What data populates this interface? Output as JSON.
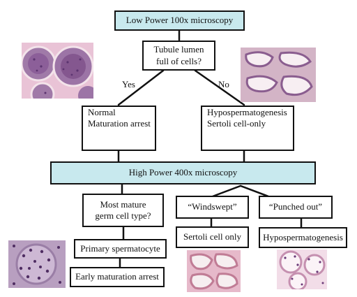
{
  "title": "Low Power 100x microscopy",
  "question1": {
    "line1": "Tubule lumen",
    "line2": "full of cells?"
  },
  "branch_labels": {
    "yes": "Yes",
    "no": "No"
  },
  "yes_outcome": {
    "line1": "Normal",
    "line2": "Maturation arrest"
  },
  "no_outcome": {
    "line1": "Hypospermatogenesis",
    "line2": "Sertoli cell-only"
  },
  "high_power": "High  Power 400x microscopy",
  "question2": {
    "line1": "Most  mature",
    "line2": "germ cell type?"
  },
  "windswept": "“Windswept”",
  "punched_out": "“Punched out”",
  "primary": "Primary spermatocyte",
  "early_arrest": "Early maturation arrest",
  "sertoli_only": "Sertoli cell only",
  "hypo": "Hypospermatogenesis",
  "colors": {
    "highlight_fill": "#c8e9ee",
    "border": "#111111",
    "tissue_pink": "#e8b8cf",
    "tissue_purple": "#7b4d8e"
  }
}
